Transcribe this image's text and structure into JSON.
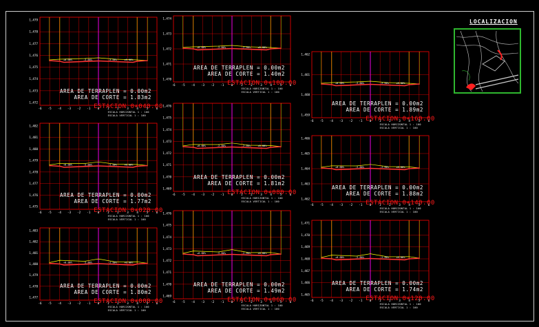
{
  "colors": {
    "background": "#000000",
    "grid": "#ff0000",
    "terrain": "#ffff00",
    "design": "#ff3333",
    "axis": "#ff00ff",
    "text": "#ffffff",
    "station": "#ff1a1a",
    "location_border": "#2fb82f"
  },
  "location": {
    "title": "LOCALIZACION"
  },
  "sections": [
    {
      "id": "s0040",
      "station": "ESTACION 0+040.00",
      "fill_area": "AREA DE TERRAPLEN = 0.00m2",
      "cut_area": "AREA DE CORTE = 1.83m2",
      "scale_h": "ESCALA HORIZONTAL 1 : 100",
      "scale_v": "ESCALA VERTICAL 1 : 100",
      "y_labels": [
        "1,479",
        "1,478",
        "1,477",
        "1,476",
        "1,475",
        "1,474",
        "1,473",
        "1,472"
      ],
      "x_labels": [
        "-6",
        "-5",
        "-4",
        "-3",
        "-2",
        "-1",
        "0",
        "1",
        "2",
        "3",
        "4",
        "5",
        "6"
      ],
      "slopes": [
        "+0.00%",
        "-2.00%",
        "-2.00%",
        "+0.00%"
      ]
    },
    {
      "id": "s0020",
      "station": "ESTACION 0+020.00",
      "fill_area": "AREA DE TERRAPLEN = 0.00m2",
      "cut_area": "AREA DE CORTE = 1.77m2",
      "scale_h": "ESCALA HORIZONTAL 1 : 100",
      "scale_v": "ESCALA VERTICAL 1 : 100",
      "y_labels": [
        "1,482",
        "1,481",
        "1,480",
        "1,479",
        "1,478",
        "1,477",
        "1,476",
        "1,475"
      ],
      "x_labels": [
        "-6",
        "-5",
        "-4",
        "-3",
        "-2",
        "-1",
        "0",
        "1",
        "2",
        "3",
        "4",
        "5",
        "6"
      ],
      "slopes": [
        "+0.00%",
        "-2.00%",
        "-2.00%",
        "+0.00%"
      ]
    },
    {
      "id": "s0000",
      "station": "ESTACION 0+000.00",
      "fill_area": "AREA DE TERRAPLEN = 0.00m2",
      "cut_area": "AREA DE CORTE = 1.80m2",
      "scale_h": "ESCALA HORIZONTAL 1 : 100",
      "scale_v": "ESCALA VERTICAL 1 : 100",
      "y_labels": [
        "1,483",
        "1,482",
        "1,481",
        "1,480",
        "1,479",
        "1,478",
        "1,477"
      ],
      "x_labels": [
        "-6",
        "-5",
        "-4",
        "-3",
        "-2",
        "-1",
        "0",
        "1",
        "2",
        "3",
        "4",
        "5",
        "6"
      ],
      "slopes": [
        "+0.00%",
        "-2.00%",
        "-2.00%",
        "+0.00%"
      ]
    },
    {
      "id": "s0100",
      "station": "ESTACION 0+100.00",
      "fill_area": "AREA DE TERRAPLEN = 0.00m2",
      "cut_area": "AREA DE CORTE = 1.40m2",
      "scale_h": "ESCALA HORIZONTAL 1 : 100",
      "scale_v": "ESCALA VERTICAL 1 : 100",
      "y_labels": [
        "1,474",
        "1,473",
        "1,472",
        "1,471",
        "1,470"
      ],
      "x_labels": [
        "-6",
        "-5",
        "-4",
        "-3",
        "-2",
        "-1",
        "0",
        "1",
        "2",
        "3",
        "4",
        "5",
        "6"
      ],
      "slopes": [
        "+0.00%",
        "-2.00%",
        "-2.00%",
        "+0.00%"
      ]
    },
    {
      "id": "s0080",
      "station": "ESTACION 0+080.00",
      "fill_area": "AREA DE TERRAPLEN = 0.00m2",
      "cut_area": "AREA DE CORTE = 1.81m2",
      "scale_h": "ESCALA HORIZONTAL 1 : 100",
      "scale_v": "ESCALA VERTICAL 1 : 100",
      "y_labels": [
        "1,476",
        "1,475",
        "1,474",
        "1,473",
        "1,472",
        "1,471",
        "1,470",
        "1,469"
      ],
      "x_labels": [
        "-6",
        "-5",
        "-4",
        "-3",
        "-2",
        "-1",
        "0",
        "1",
        "2",
        "3",
        "4",
        "5",
        "6"
      ],
      "slopes": [
        "+0.00%",
        "-2.00%",
        "-2.00%",
        "+0.00%"
      ]
    },
    {
      "id": "s0060",
      "station": "ESTACION 0+060.00",
      "fill_area": "AREA DE TERRAPLEN = 0.00m2",
      "cut_area": "AREA DE CORTE = 1.49m2",
      "scale_h": "ESCALA HORIZONTAL 1 : 100",
      "scale_v": "ESCALA VERTICAL 1 : 100",
      "y_labels": [
        "1,476",
        "1,475",
        "1,474",
        "1,473",
        "1,472",
        "1,471",
        "1,470",
        "1,469"
      ],
      "x_labels": [
        "-6",
        "-5",
        "-4",
        "-3",
        "-2",
        "-1",
        "0",
        "1",
        "2",
        "3",
        "4",
        "5",
        "6"
      ],
      "slopes": [
        "+0.00%",
        "-2.00%",
        "-2.00%",
        "+0.00%"
      ]
    },
    {
      "id": "s0160",
      "station": "ESTACION 0+160.00",
      "fill_area": "AREA DE TERRAPLEN = 0.00m2",
      "cut_area": "AREA DE CORTE = 1.89m2",
      "scale_h": "ESCALA HORIZONTAL 1 : 100",
      "scale_v": "ESCALA VERTICAL 1 : 100",
      "y_labels": [
        "1,462",
        "1,461",
        "1,460",
        "1,459"
      ],
      "x_labels": [
        "-6",
        "-5",
        "-4",
        "-3",
        "-2",
        "-1",
        "0",
        "1",
        "2",
        "3",
        "4",
        "5",
        "6"
      ],
      "slopes": [
        "+0.00%",
        "-2.00%",
        "-2.00%",
        "+0.00%"
      ]
    },
    {
      "id": "s0140",
      "station": "ESTACION 0+140.00",
      "fill_area": "AREA DE TERRAPLEN = 0.00m2",
      "cut_area": "AREA DE CORTE = 1.88m2",
      "scale_h": "ESCALA HORIZONTAL 1 : 100",
      "scale_v": "ESCALA VERTICAL 1 : 100",
      "y_labels": [
        "1,466",
        "1,465",
        "1,464",
        "1,463",
        "1,462"
      ],
      "x_labels": [
        "-6",
        "-5",
        "-4",
        "-3",
        "-2",
        "-1",
        "0",
        "1",
        "2",
        "3",
        "4",
        "5",
        "6"
      ],
      "slopes": [
        "+0.00%",
        "-2.00%",
        "-2.00%",
        "+0.00%"
      ]
    },
    {
      "id": "s0120",
      "station": "ESTACION 0+120.00",
      "fill_area": "AREA DE TERRAPLEN = 0.00m2",
      "cut_area": "AREA DE CORTE = 1.74m2",
      "scale_h": "ESCALA HORIZONTAL 1 : 100",
      "scale_v": "ESCALA VERTICAL 1 : 100",
      "y_labels": [
        "1,471",
        "1,470",
        "1,469",
        "1,468",
        "1,467",
        "1,466",
        "1,465"
      ],
      "x_labels": [
        "-6",
        "-5",
        "-4",
        "-3",
        "-2",
        "-1",
        "0",
        "1",
        "2",
        "3",
        "4",
        "5",
        "6"
      ],
      "slopes": [
        "+0.00%",
        "-2.00%",
        "-2.00%",
        "+0.00%"
      ]
    }
  ]
}
